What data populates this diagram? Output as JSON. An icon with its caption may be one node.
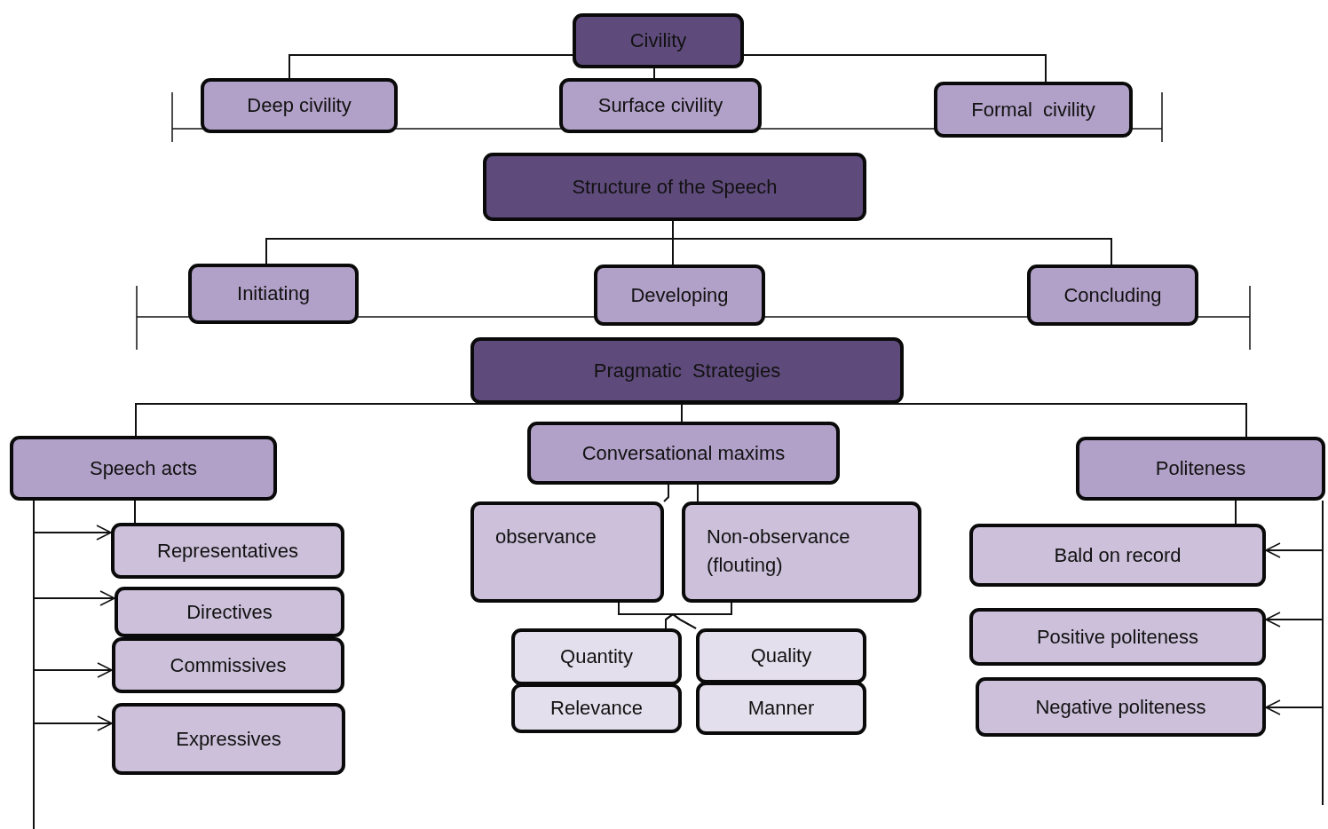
{
  "diagram": {
    "nodes": [
      {
        "text": [
          "Civility"
        ]
      },
      {
        "text": [
          "Deep civility"
        ]
      },
      {
        "text": [
          "Surface civility"
        ]
      },
      {
        "text": [
          "Formal  civility"
        ]
      },
      {
        "text": [
          "Structure of the Speech"
        ]
      },
      {
        "text": [
          "Initiating"
        ]
      },
      {
        "text": [
          "Developing"
        ]
      },
      {
        "text": [
          "Concluding"
        ]
      },
      {
        "text": [
          "Pragmatic  Strategies"
        ]
      },
      {
        "text": [
          "Speech acts"
        ]
      },
      {
        "text": [
          "Conversational maxims"
        ]
      },
      {
        "text": [
          "Politeness"
        ]
      },
      {
        "text": [
          "Representatives"
        ]
      },
      {
        "text": [
          "Directives"
        ]
      },
      {
        "text": [
          "Commissives"
        ]
      },
      {
        "text": [
          "Expressives"
        ]
      },
      {
        "text": [
          "observance"
        ]
      },
      {
        "text": [
          "Non-observance (flouting)"
        ]
      },
      {
        "text": [
          "Quantity"
        ]
      },
      {
        "text": [
          "Quality"
        ]
      },
      {
        "text": [
          "Relevance"
        ]
      },
      {
        "text": [
          "Manner"
        ]
      },
      {
        "text": [
          "Bald on record"
        ]
      },
      {
        "text": [
          "Positive politeness"
        ]
      },
      {
        "text": [
          "Negative politeness"
        ]
      }
    ],
    "edges": [
      {
        "from": 0,
        "to": 1,
        "arrow": "none"
      },
      {
        "from": 0,
        "to": 2,
        "arrow": "none"
      },
      {
        "from": 0,
        "to": 3,
        "arrow": "none"
      },
      {
        "from": 4,
        "to": 5,
        "arrow": "none"
      },
      {
        "from": 4,
        "to": 6,
        "arrow": "none"
      },
      {
        "from": 4,
        "to": 7,
        "arrow": "none"
      },
      {
        "from": 8,
        "to": 9,
        "arrow": "none"
      },
      {
        "from": 8,
        "to": 10,
        "arrow": "none"
      },
      {
        "from": 8,
        "to": 11,
        "arrow": "none"
      },
      {
        "from": 9,
        "to": 12,
        "arrow": "to"
      },
      {
        "from": 9,
        "to": 13,
        "arrow": "to"
      },
      {
        "from": 9,
        "to": 14,
        "arrow": "to"
      },
      {
        "from": 9,
        "to": 15,
        "arrow": "to"
      },
      {
        "from": 9,
        "to": 12,
        "arrow": "none"
      },
      {
        "from": 10,
        "to": 16,
        "arrow": "none"
      },
      {
        "from": 10,
        "to": 17,
        "arrow": "none"
      },
      {
        "from": 16,
        "to": 18,
        "arrow": "none"
      },
      {
        "from": 16,
        "to": 19,
        "arrow": "none"
      },
      {
        "from": 17,
        "to": 18,
        "arrow": "none"
      },
      {
        "from": 17,
        "to": 19,
        "arrow": "none"
      },
      {
        "from": 11,
        "to": 22,
        "arrow": "to"
      },
      {
        "from": 11,
        "to": 23,
        "arrow": "to"
      },
      {
        "from": 11,
        "to": 24,
        "arrow": "to"
      },
      {
        "from": 11,
        "to": 22,
        "arrow": "none"
      }
    ]
  }
}
